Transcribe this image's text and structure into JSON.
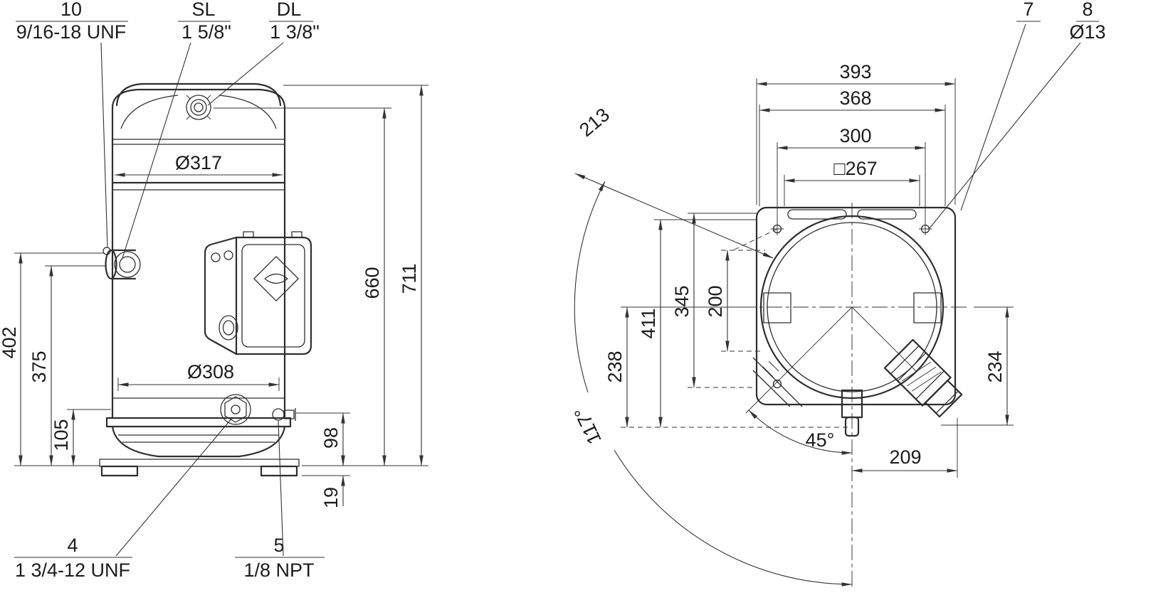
{
  "side_view": {
    "dims": {
      "dia317": "Ø317",
      "dia308": "Ø308",
      "v402": "402",
      "v375": "375",
      "v105": "105",
      "v660": "660",
      "v711": "711",
      "v98": "98",
      "v19": "19"
    },
    "callouts": {
      "c10": {
        "ref": "10",
        "spec": "9/16-18 UNF"
      },
      "sl": {
        "ref": "SL",
        "spec": "1 5/8\""
      },
      "dl": {
        "ref": "DL",
        "spec": "1 3/8\""
      },
      "c4": {
        "ref": "4",
        "spec": "1 3/4-12 UNF"
      },
      "c5": {
        "ref": "5",
        "spec": "1/8 NPT"
      }
    }
  },
  "top_view": {
    "dims": {
      "w393": "393",
      "w368": "368",
      "w300": "300",
      "sq267": "□267",
      "d213": "213",
      "v345": "345",
      "v200": "200",
      "v411": "411",
      "v238": "238",
      "v234": "234",
      "w209": "209",
      "a45": "45°",
      "a117": "117°"
    },
    "callouts": {
      "c7": {
        "ref": "7"
      },
      "c8": {
        "ref": "8",
        "spec": "Ø13"
      }
    }
  }
}
